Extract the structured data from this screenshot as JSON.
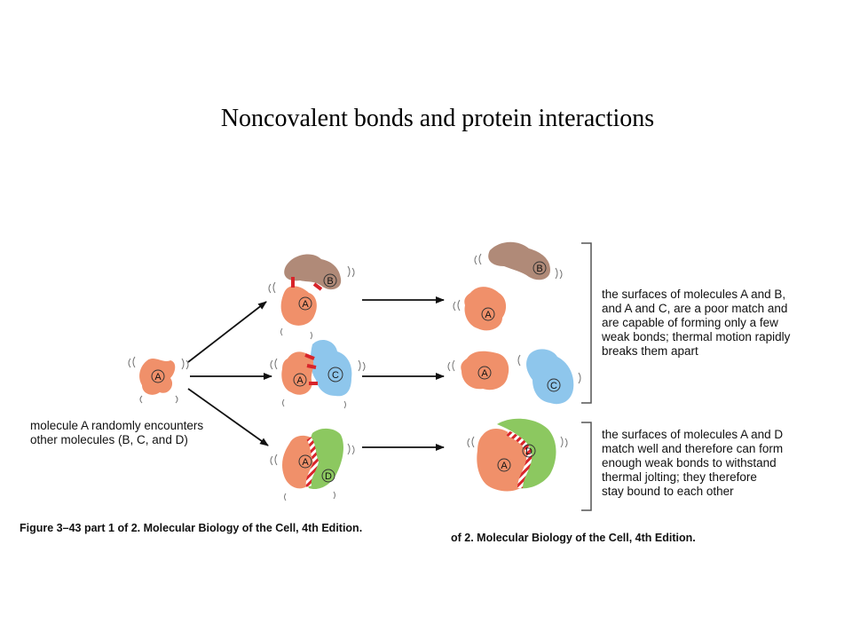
{
  "title": "Noncovalent bonds and protein interactions",
  "caption_left": "Figure 3–43 part 1 of 2. Molecular Biology of the Cell, 4th Edition.",
  "caption_right": "of 2. Molecular Biology of the Cell, 4th Edition.",
  "encounter_text": [
    "molecule A randomly encounters",
    "other molecules (B, C, and D)"
  ],
  "poor_match_text": [
    "the surfaces of molecules A and B,",
    "and A and C, are a poor match and",
    "are capable of forming only a few",
    "weak bonds; thermal motion rapidly",
    "breaks them apart"
  ],
  "good_match_text": [
    "the surfaces of molecules A and D",
    "match well and therefore can form",
    "enough weak bonds to withstand",
    "thermal jolting; they therefore",
    "stay bound to each other"
  ],
  "molecule_labels": {
    "a": "A",
    "b": "B",
    "c": "C",
    "d": "D"
  },
  "colors": {
    "a": "#f0906a",
    "b": "#b08a78",
    "c": "#8ec6ec",
    "d": "#8cc860",
    "bond": "#d8242a"
  }
}
